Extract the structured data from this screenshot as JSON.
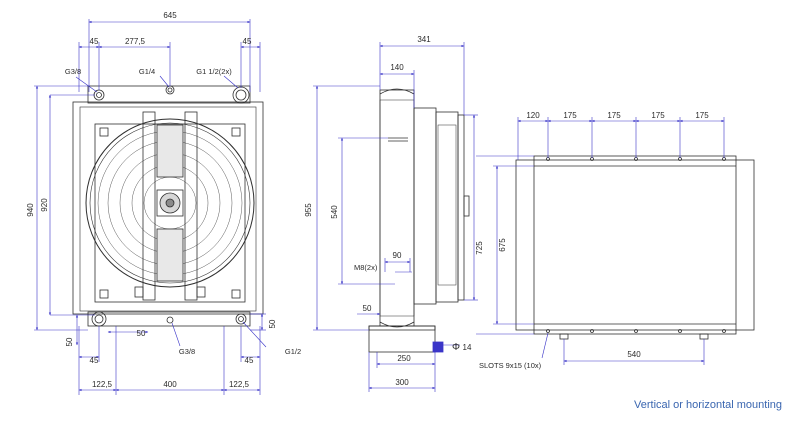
{
  "colors": {
    "dimension": "#3a35c8",
    "outline": "#2f2f2f",
    "caption": "#3a66b0"
  },
  "front_view": {
    "dims": {
      "overall_width": "645",
      "left_margin_top": "45",
      "port_spacing": "277,5",
      "right_margin_top": "45",
      "overall_height": "940",
      "core_height": "920",
      "bottom_left_offset": "50",
      "bottom_port_gap": "50",
      "right_port_height": "50",
      "bottom_left_margin": "45",
      "bottom_right_margin": "45",
      "foot_left": "122,5",
      "foot_spacing": "400",
      "foot_right": "122,5"
    },
    "ports": {
      "top_left": "G3/8",
      "top_mid": "G1/4",
      "top_right": "G1 1/2(2x)",
      "bottom_mid": "G3/8",
      "bottom_right": "G1/2"
    }
  },
  "side_view": {
    "dims": {
      "depth_overall": "341",
      "depth_top": "140",
      "height": "955",
      "fan_height": "540",
      "thread_offset": "90",
      "base_height": "50",
      "mount_width": "250",
      "base_width": "300",
      "hole_diameter": "14"
    },
    "labels": {
      "thread": "M8(2x)",
      "diameter_symbol": "Φ"
    }
  },
  "top_view": {
    "dims": {
      "slot_first": "120",
      "slot_spacing": [
        "175",
        "175",
        "175",
        "175"
      ],
      "outer_height": "725",
      "inner_height": "675",
      "slot_span": "540"
    },
    "labels": {
      "slots": "SLOTS 9x15 (10x)"
    }
  },
  "caption": "Vertical or horizontal mounting"
}
